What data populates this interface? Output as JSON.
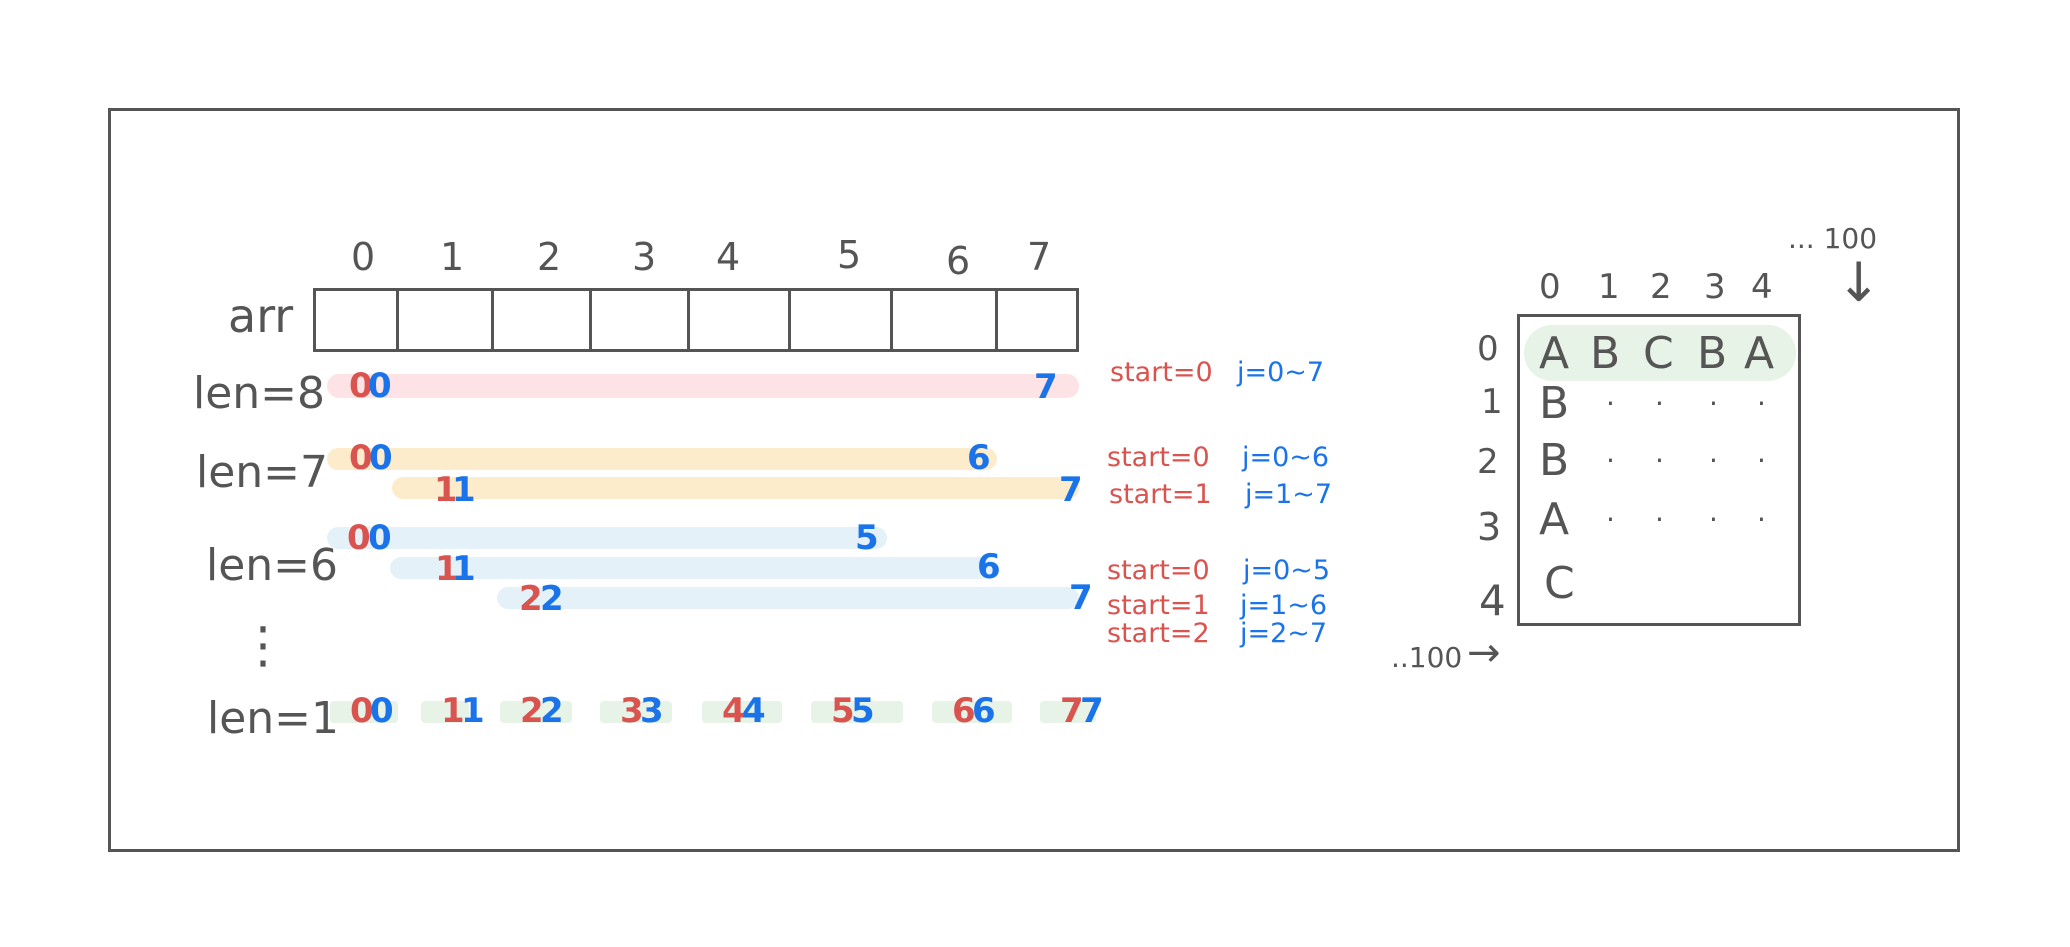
{
  "array": {
    "label": "arr",
    "indices": [
      "0",
      "1",
      "2",
      "3",
      "4",
      "5",
      "6",
      "7"
    ]
  },
  "rows": {
    "len8": {
      "label": "len=8",
      "bars": [
        {
          "start": "0",
          "end": "0",
          "last": "7",
          "start_text": "start=0",
          "j_text": "j=0~7"
        }
      ]
    },
    "len7": {
      "label": "len=7",
      "bars": [
        {
          "start": "0",
          "end": "0",
          "last": "6",
          "start_text": "start=0",
          "j_text": "j=0~6"
        },
        {
          "start": "1",
          "end": "1",
          "last": "7",
          "start_text": "start=1",
          "j_text": "j=1~7"
        }
      ]
    },
    "len6": {
      "label": "len=6",
      "bars": [
        {
          "start": "0",
          "end": "0",
          "last": "5",
          "start_text": "start=0",
          "j_text": "j=0~5"
        },
        {
          "start": "1",
          "end": "1",
          "last": "6",
          "start_text": "start=1",
          "j_text": "j=1~6"
        },
        {
          "start": "2",
          "end": "2",
          "last": "7",
          "start_text": "start=2",
          "j_text": "j=2~7"
        }
      ]
    },
    "ellipsis": "⋮",
    "len1": {
      "label": "len=1",
      "pairs": [
        {
          "a": "0",
          "b": "0"
        },
        {
          "a": "1",
          "b": "1"
        },
        {
          "a": "2",
          "b": "2"
        },
        {
          "a": "3",
          "b": "3"
        },
        {
          "a": "4",
          "b": "4"
        },
        {
          "a": "5",
          "b": "5"
        },
        {
          "a": "6",
          "b": "6"
        },
        {
          "a": "7",
          "b": "7"
        }
      ]
    }
  },
  "grid": {
    "col_indices": [
      "0",
      "1",
      "2",
      "3",
      "4"
    ],
    "row_indices": [
      "0",
      "1",
      "2",
      "3",
      "4"
    ],
    "top_row": [
      "A",
      "B",
      "C",
      "B",
      "A"
    ],
    "left_col": [
      "B",
      "B",
      "A",
      "C"
    ],
    "dot": ".",
    "top_right_label": "... 100",
    "bottom_left_label": "..100",
    "down_arrow": "↓",
    "right_arrow": "→"
  },
  "colors": {
    "pink": "#fde3e5",
    "orange": "#fdeccb",
    "blue": "#e4f1f9",
    "green": "#e7f3e7",
    "red": "#d9534f",
    "accent_blue": "#1a73e8"
  }
}
